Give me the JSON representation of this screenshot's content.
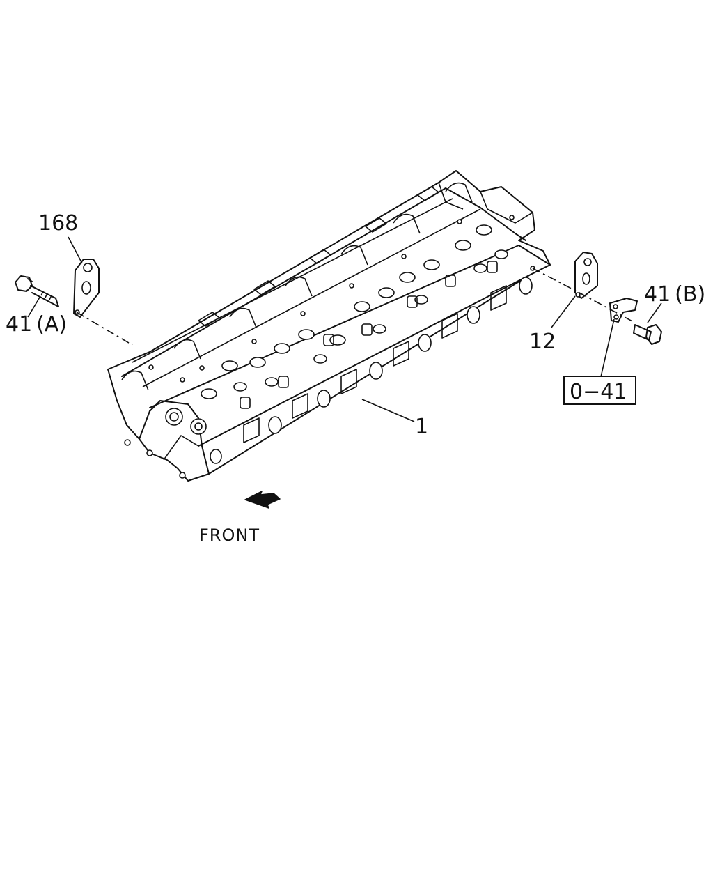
{
  "callouts": {
    "part_168": "168",
    "part_41a": "41 (A)",
    "part_41b": "41 (B)",
    "part_12": "12",
    "part_1": "1",
    "ref_box": "0−41"
  },
  "direction_label": "FRONT",
  "icons": {
    "front_arrow": "arrow-left-down-icon"
  }
}
